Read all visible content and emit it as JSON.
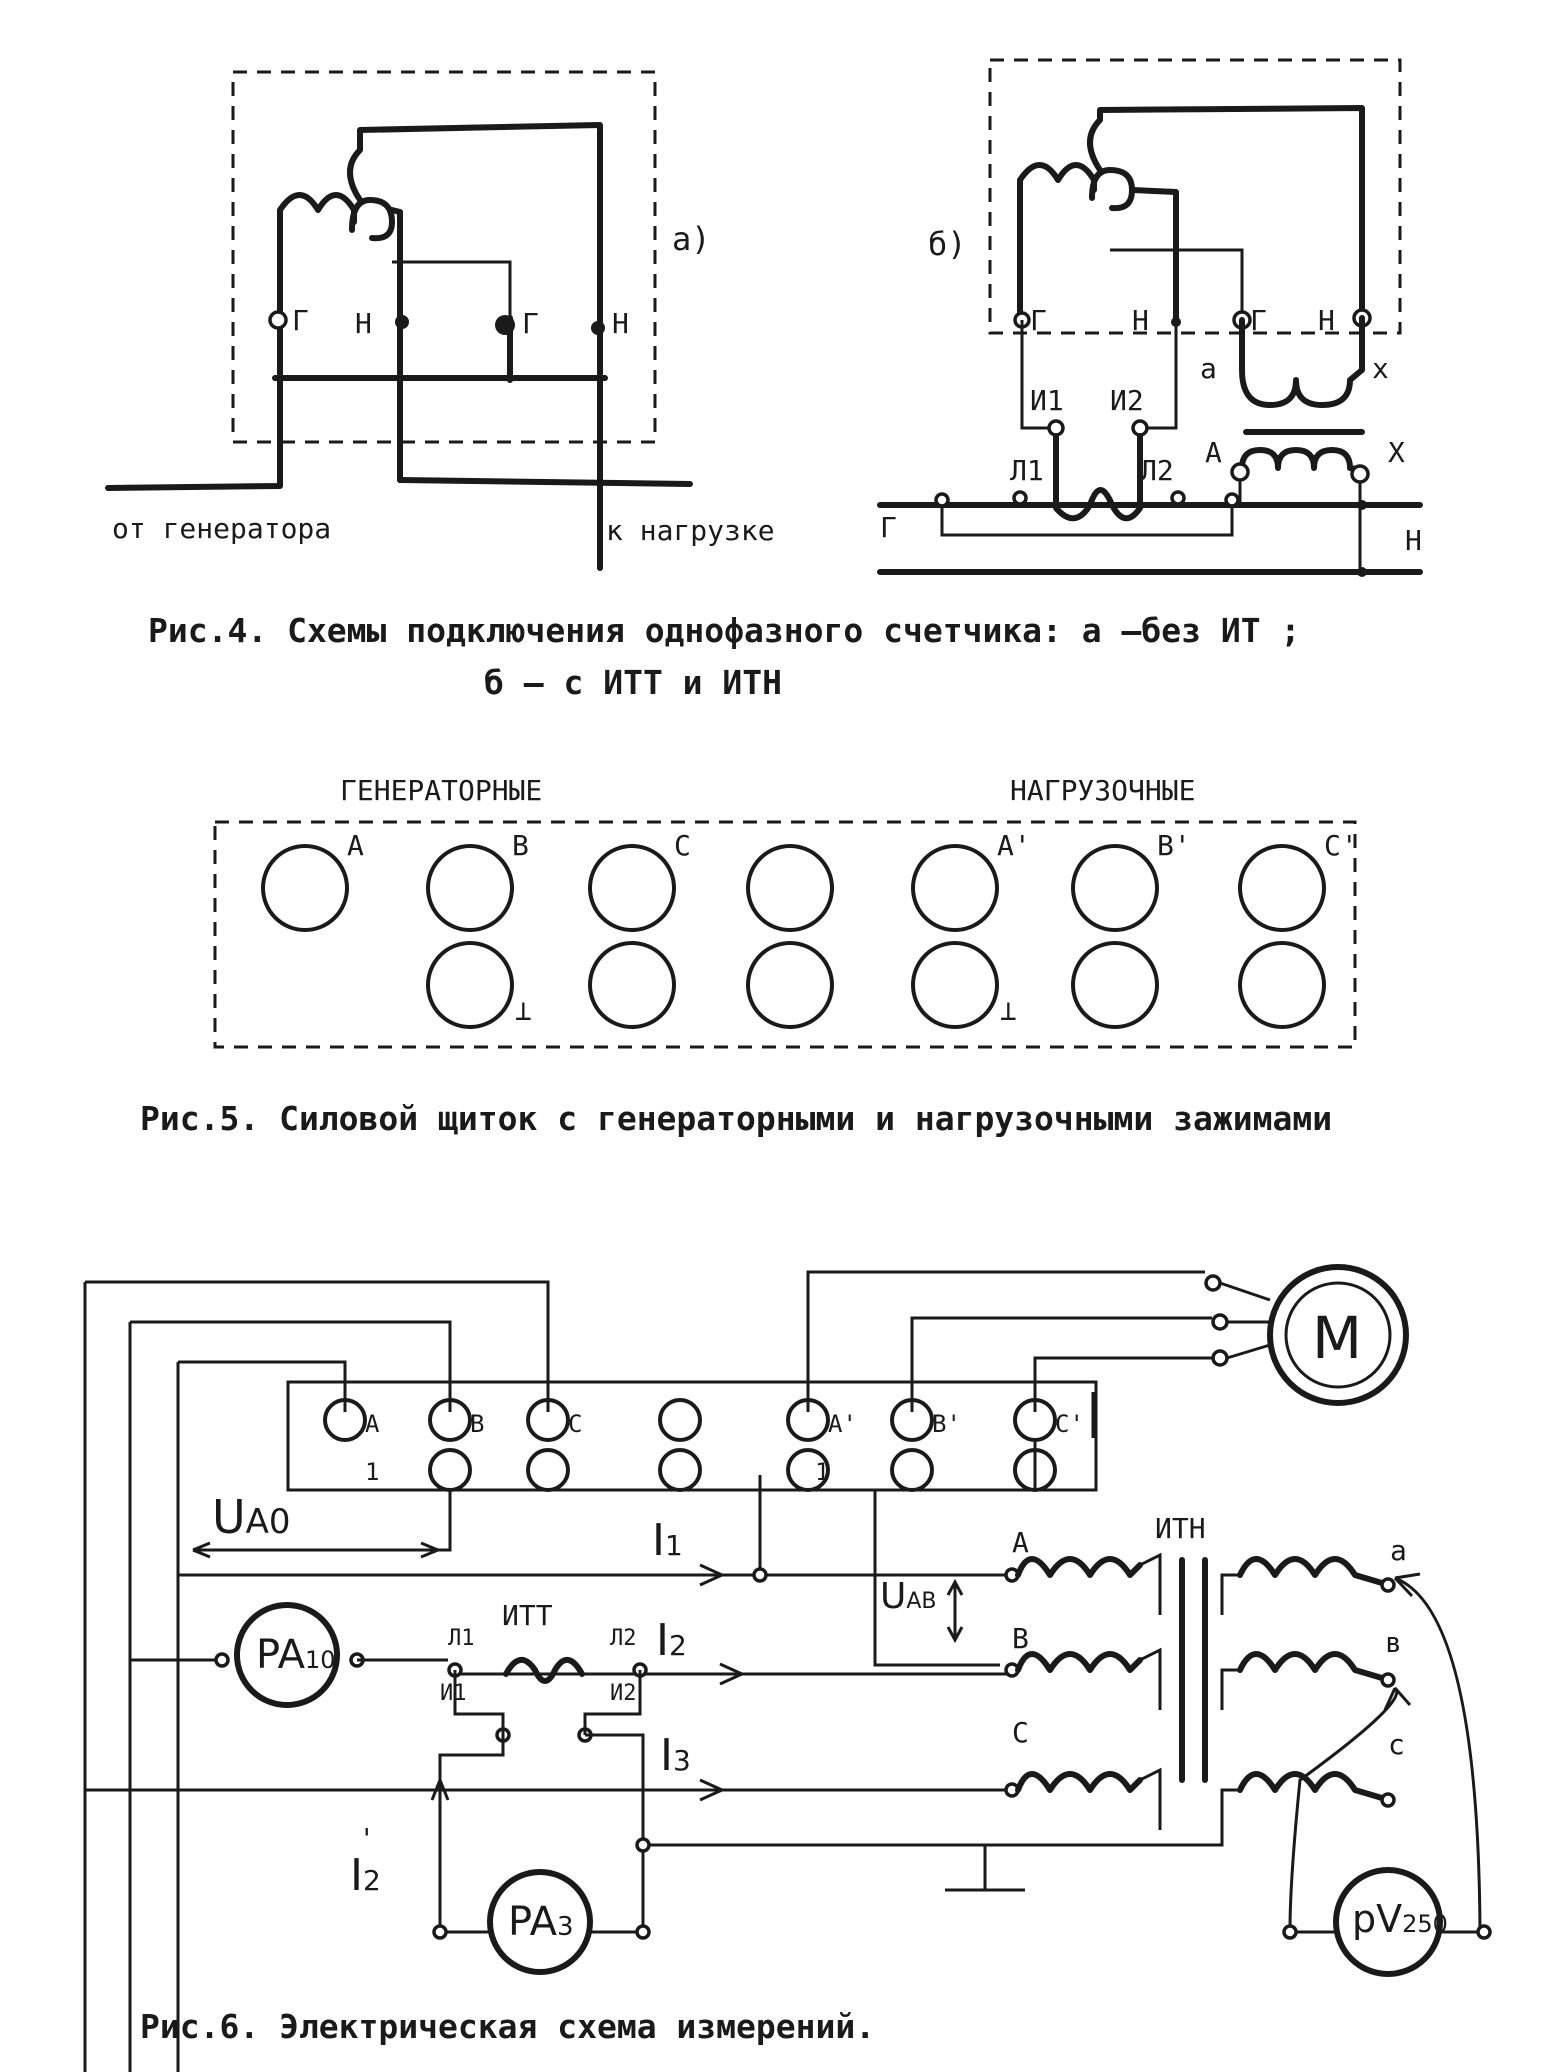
{
  "fig4": {
    "label_a": "а)",
    "label_b": "б)",
    "a_terminals": [
      "Г",
      "Н",
      "Г",
      "Н"
    ],
    "from_generator": "от генератора",
    "to_load": "к нагрузке",
    "b_terminals_meter": [
      "Г",
      "Н",
      "Г",
      "Н"
    ],
    "b_ct_terminals": [
      "И1",
      "И2",
      "Л1",
      "Л2"
    ],
    "b_small_a": "а",
    "b_x_upper": "х",
    "b_A": "А",
    "b_X": "Х",
    "b_G": "Г",
    "b_N": "Н",
    "caption_line1": "Рис.4. Схемы подключения однофазного счетчика: а –без ИТ ;",
    "caption_line2": "б – с ИТТ и ИТН"
  },
  "fig5": {
    "group_generator": "ГЕНЕРАТОРНЫЕ",
    "group_load": "НАГРУЗОЧНЫЕ",
    "top_labels": [
      "А",
      "В",
      "С",
      "",
      "А'",
      "В'",
      "С'"
    ],
    "ground_symbol": "⊥",
    "caption": "Рис.5. Силовой щиток с генераторными и нагрузочными зажимами"
  },
  "fig6": {
    "motor": "М",
    "panel_labels": [
      "А",
      "В",
      "С",
      "",
      "А'",
      "В'",
      "С'"
    ],
    "panel_ground": "1",
    "u_a0": "U",
    "u_a0_sub": "А0",
    "i1": "I",
    "i1_sub": "1",
    "i2": "I",
    "i2_sub": "2",
    "i3": "I",
    "i3_sub": "3",
    "i2p": "I",
    "i2p_sub": "2",
    "i2p_sup": "'",
    "u_ab": "U",
    "u_ab_sub": "АВ",
    "ct_name": "ИТТ",
    "ct_terms": [
      "Л1",
      "Л2",
      "И1",
      "И2"
    ],
    "vt_name": "ИТН",
    "vt_primary": [
      "А",
      "В",
      "С"
    ],
    "vt_secondary": [
      "а",
      "в",
      "с"
    ],
    "pa10": "PA",
    "pa10_sub": "10",
    "pa3": "PA",
    "pa3_sub": "3",
    "pv": "pV",
    "pv_sub": "250",
    "caption": "Рис.6. Электрическая схема измерений."
  }
}
